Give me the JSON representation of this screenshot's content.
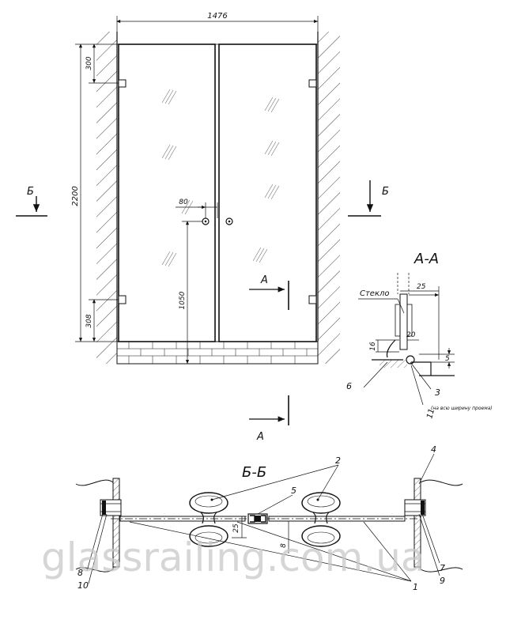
{
  "dimensions": {
    "width": "1476",
    "height": "2200",
    "top_hinge": "300",
    "bottom_hinge": "308",
    "handle_spacing": "80",
    "handle_height": "1050"
  },
  "section_markers": {
    "b_left": "Б",
    "b_right": "Б",
    "a_upper": "A",
    "a_lower": "A"
  },
  "detail_aa": {
    "title": "А-А",
    "glass_label": "Стекло",
    "dim_25": "25",
    "dim_20": "20",
    "dim_16": "16",
    "dim_5": "5",
    "callout_6": "6",
    "callout_3": "3",
    "callout_11": "11",
    "note": "(на всю ширину проема)"
  },
  "detail_bb": {
    "title": "Б-Б",
    "dim_25": "25",
    "dim_8": "8",
    "callout_1": "1",
    "callout_2": "2",
    "callout_4": "4",
    "callout_5": "5",
    "callout_7": "7",
    "callout_8": "8",
    "callout_9": "9",
    "callout_10": "10"
  },
  "watermark": "glassrailing.com.ua"
}
